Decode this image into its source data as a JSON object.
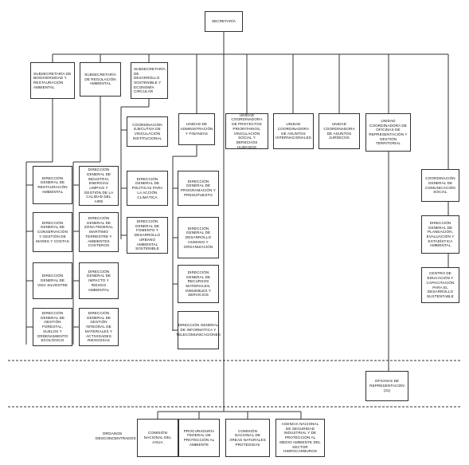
{
  "chart_title": "",
  "root": "SECRETARÍA",
  "first_level": {
    "sub1": "SUBSECRETARÍA DE BIODIVERSIDAD Y RESTAURACIÓN AMBIENTAL",
    "sub2": "SUBSECRETARÍA DE REGULACIÓN AMBIENTAL",
    "sub3": "SUBSECRETARÍA DE DESARROLLO SOSTENIBLE Y ECONOMÍA CIRCULAR",
    "uaf": "UNIDAD DE ADMINISTRACIÓN Y FINANZAS",
    "ucp": "UNIDAD COORDINADORA DE PROYECTOS PRIORITARIOS, VINCULACIÓN SOCIAL Y DERECHOS HUMANOS",
    "uai": "UNIDAD COORDINADORA DE ASUNTOS INTERNACIONALES",
    "uaj": "UNIDAD COORDINADORA DE ASUNTOS JURÍDICOS",
    "uor": "UNIDAD COORDINADORA DE OFICINAS DE REPRESENTACIÓN Y GESTIÓN TERRITORIAL"
  },
  "sub1_children": [
    "DIRECCIÓN GENERAL DE RESTAURACIÓN AMBIENTAL",
    "DIRECCIÓN GENERAL DE CONSERVACIÓN Y GESTIÓN DE MARES Y COSTAS",
    "DIRECCIÓN GENERAL DE VIDA SILVESTRE",
    "DIRECCIÓN GENERAL DE GESTIÓN FORESTAL, SUELOS Y ORDENAMIENTO ECOLÓGICO"
  ],
  "sub2_children": [
    "DIRECCIÓN GENERAL DE INDUSTRIA, ENERGÍAS LIMPIAS Y GESTIÓN DE LA CALIDAD DEL AIRE",
    "DIRECCIÓN GENERAL DE ZONA FEDERAL MARÍTIMO TERRESTRE Y AMBIENTES COSTEROS",
    "DIRECCIÓN GENERAL DE IMPACTO Y RIESGO AMBIENTAL",
    "DIRECCIÓN GENERAL DE GESTIÓN INTEGRAL DE MATERIALES Y ACTIVIDADES RIESGOSAS"
  ],
  "sub3_coord": "COORDINACIÓN EJECUTIVA DE VINCULACIÓN INSTITUCIONAL",
  "sub3_children": [
    "DIRECCIÓN GENERAL DE POLÍTICAS PARA LA ACCIÓN CLIMÁTICA",
    "DIRECCIÓN GENERAL DE FOMENTO Y DESARROLLO URBANO AMBIENTAL SOSTENIBLE"
  ],
  "uaf_children": [
    "DIRECCIÓN GENERAL DE PROGRAMACIÓN Y PRESUPUESTO",
    "DIRECCIÓN GENERAL DE DESARROLLO HUMANO Y ORGANIZACIÓN",
    "DIRECCIÓN GENERAL DE RECURSOS MATERIALES, INMUEBLES Y SERVICIOS",
    "DIRECCIÓN GENERAL DE INFORMÁTICA Y TELECOMUNICACIONES"
  ],
  "right_column": [
    "COORDINACIÓN GENERAL DE COMUNICACIÓN SOCIAL",
    "DIRECCIÓN GENERAL DE PLANEACIÓN, EVALUACIÓN Y ESTADÍSTICA AMBIENTAL",
    "CENTRO DE EDUCACIÓN Y CAPACITACIÓN PARA EL DESARROLLO SUSTENTABLE"
  ],
  "oficinas": "OFICINAS DE REPRESENTACIÓN (31)",
  "desconcentrados_label": "ÓRGANOS DESCONCENTRADOS",
  "desconcentrados": [
    "COMISIÓN NACIONAL DEL AGUA",
    "PROCURADURÍA FEDERAL DE PROTECCIÓN AL AMBIENTE",
    "COMISIÓN NACIONAL DE ÁREAS NATURALES PROTEGIDAS",
    "AGENCIA NACIONAL DE SEGURIDAD INDUSTRIAL Y DE PROTECCIÓN AL MEDIO AMBIENTE DEL SECTOR HIDROCARBUROS"
  ]
}
